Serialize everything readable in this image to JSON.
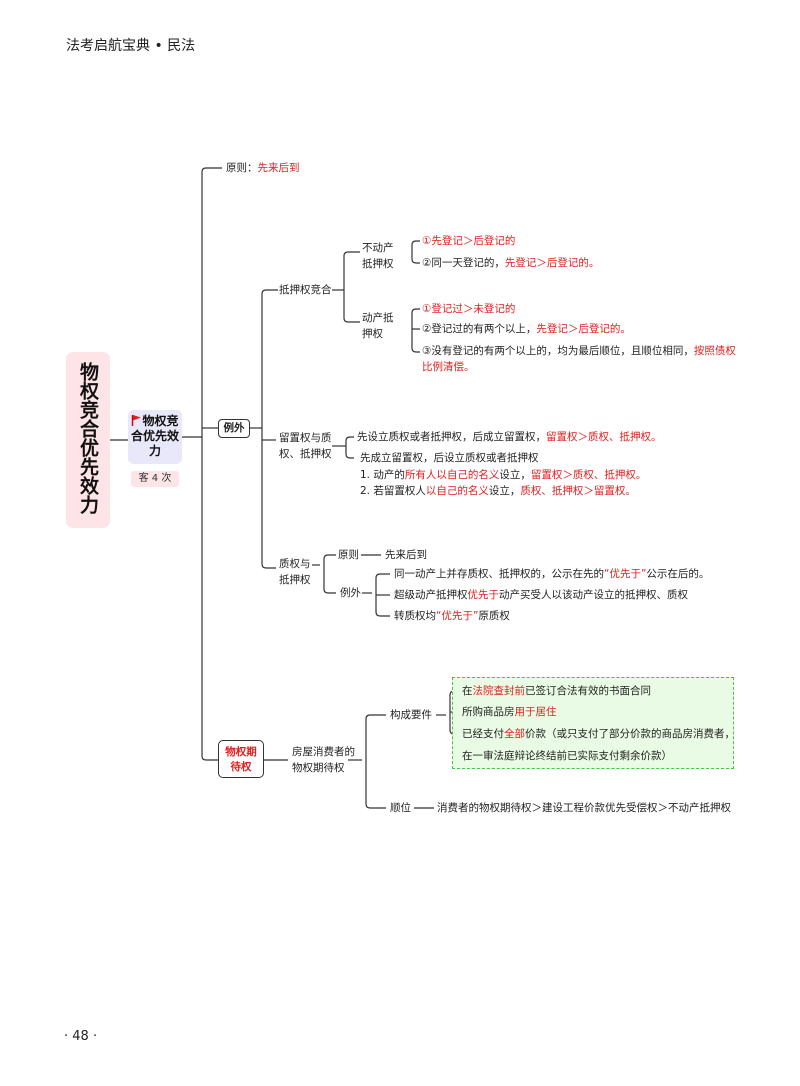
{
  "header": "法考启航宝典 • 民法",
  "page_number": "· 48 ·",
  "vertical_title": "物权竞合优先效力",
  "main_node": {
    "label": "物权竞合优先效力",
    "badge": "客 4 次",
    "icon": "red-flag-icon"
  },
  "principle": {
    "label": "原则：",
    "value": "先来后到"
  },
  "exceptions_label": "例外",
  "mortgage_competition": {
    "label": "抵押权竞合",
    "immovable": {
      "label": "不动产抵押权",
      "r1": "①先登记＞后登记的",
      "r2a": "②同一天登记的，",
      "r2b": "先登记＞后登记的。"
    },
    "movable": {
      "label": "动产抵押权",
      "r1": "①登记过＞未登记的",
      "r2a": "②登记过的有两个以上，",
      "r2b": "先登记＞后登记的。",
      "r3a": "③没有登记的有两个以上的，均为最后顺位，且顺位相同，",
      "r3b": "按照债权",
      "r3c": "比例清偿。"
    }
  },
  "lien": {
    "label1": "留置权与质",
    "label2": "权、抵押权",
    "a1": "先设立质权或者抵押权，后成立留置权，",
    "a2": "留置权＞质权、抵押权。",
    "b": "先成立留置权，后设立质权或者抵押权",
    "c1": "1. 动产的",
    "c2": "所有人以自己的名义",
    "c3": "设立，",
    "c4": "留置权＞质权、抵押权。",
    "d1": "2. 若留置权人",
    "d2": "以自己的名义",
    "d3": "设立，",
    "d4": "质权、抵押权＞留置权。"
  },
  "pledge": {
    "label1": "质权与",
    "label2": "抵押权",
    "principle": "原则",
    "principle_value": "先来后到",
    "exception": "例外",
    "e1a": "同一动产上并存质权、抵押权的，公示在先的",
    "e1b": "“优先于”",
    "e1c": "公示在后的。",
    "e2a": "超级动产抵押权",
    "e2b": "优先于",
    "e2c": "动产买受人以该动产设立的抵押权、质权",
    "e3a": "转质权均",
    "e3b": "“优先于”",
    "e3c": "原质权"
  },
  "expectancy": {
    "box_label1": "物权期",
    "box_label2": "待权",
    "label1": "房屋消费者的",
    "label2": "物权期待权",
    "requirements": "构成要件",
    "q1a": "在",
    "q1b": "法院查封前",
    "q1c": "已签订合法有效的书面合同",
    "q2a": "所购商品房",
    "q2b": "用于居住",
    "q3a": "已经支付",
    "q3b": "全部",
    "q3c": "价款（或只支付了部分价款的商品房消费者，",
    "q4": "在一审法庭辩论终结前已实际支付剩余价款）",
    "order": "顺位",
    "order_value": "消费者的物权期待权＞建设工程价款优先受偿权＞不动产抵押权"
  },
  "colors": {
    "red": "#e02020",
    "green_box": "#eafbe5",
    "green_border": "#4cbf4c",
    "pink": "#fde4e6",
    "lavender": "#e9e7fa"
  }
}
